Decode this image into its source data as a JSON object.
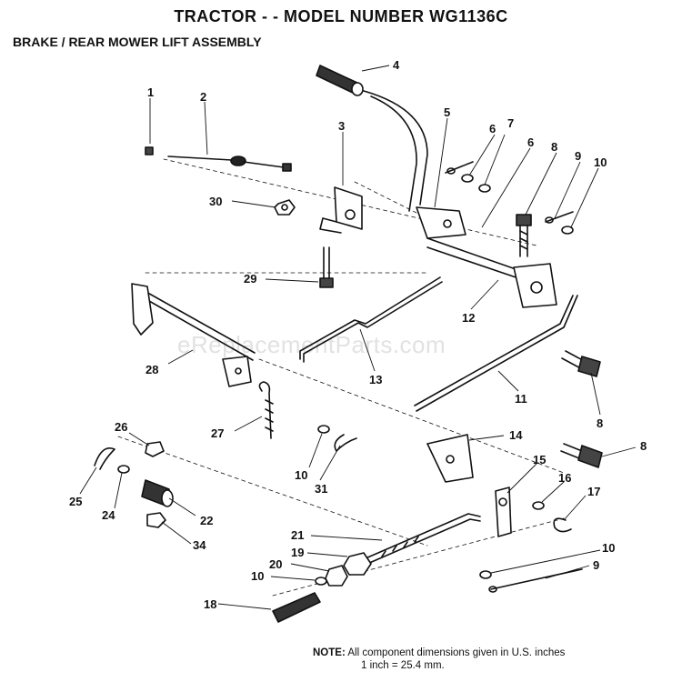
{
  "header": {
    "title": "TRACTOR - - MODEL NUMBER  WG1136C",
    "subtitle": "BRAKE / REAR MOWER LIFT ASSEMBLY"
  },
  "watermark": "eReplacementParts.com",
  "note": {
    "label": "NOTE:",
    "line1": "All component dimensions given in U.S. inches",
    "line2": "1 inch = 25.4 mm."
  },
  "callouts": [
    "1",
    "2",
    "3",
    "4",
    "5",
    "6",
    "7",
    "6",
    "8",
    "9",
    "10",
    "30",
    "12",
    "29",
    "28",
    "13",
    "11",
    "8",
    "27",
    "10",
    "31",
    "14",
    "8",
    "26",
    "25",
    "24",
    "22",
    "34",
    "15",
    "16",
    "17",
    "21",
    "19",
    "20",
    "10",
    "10",
    "9",
    "18"
  ]
}
